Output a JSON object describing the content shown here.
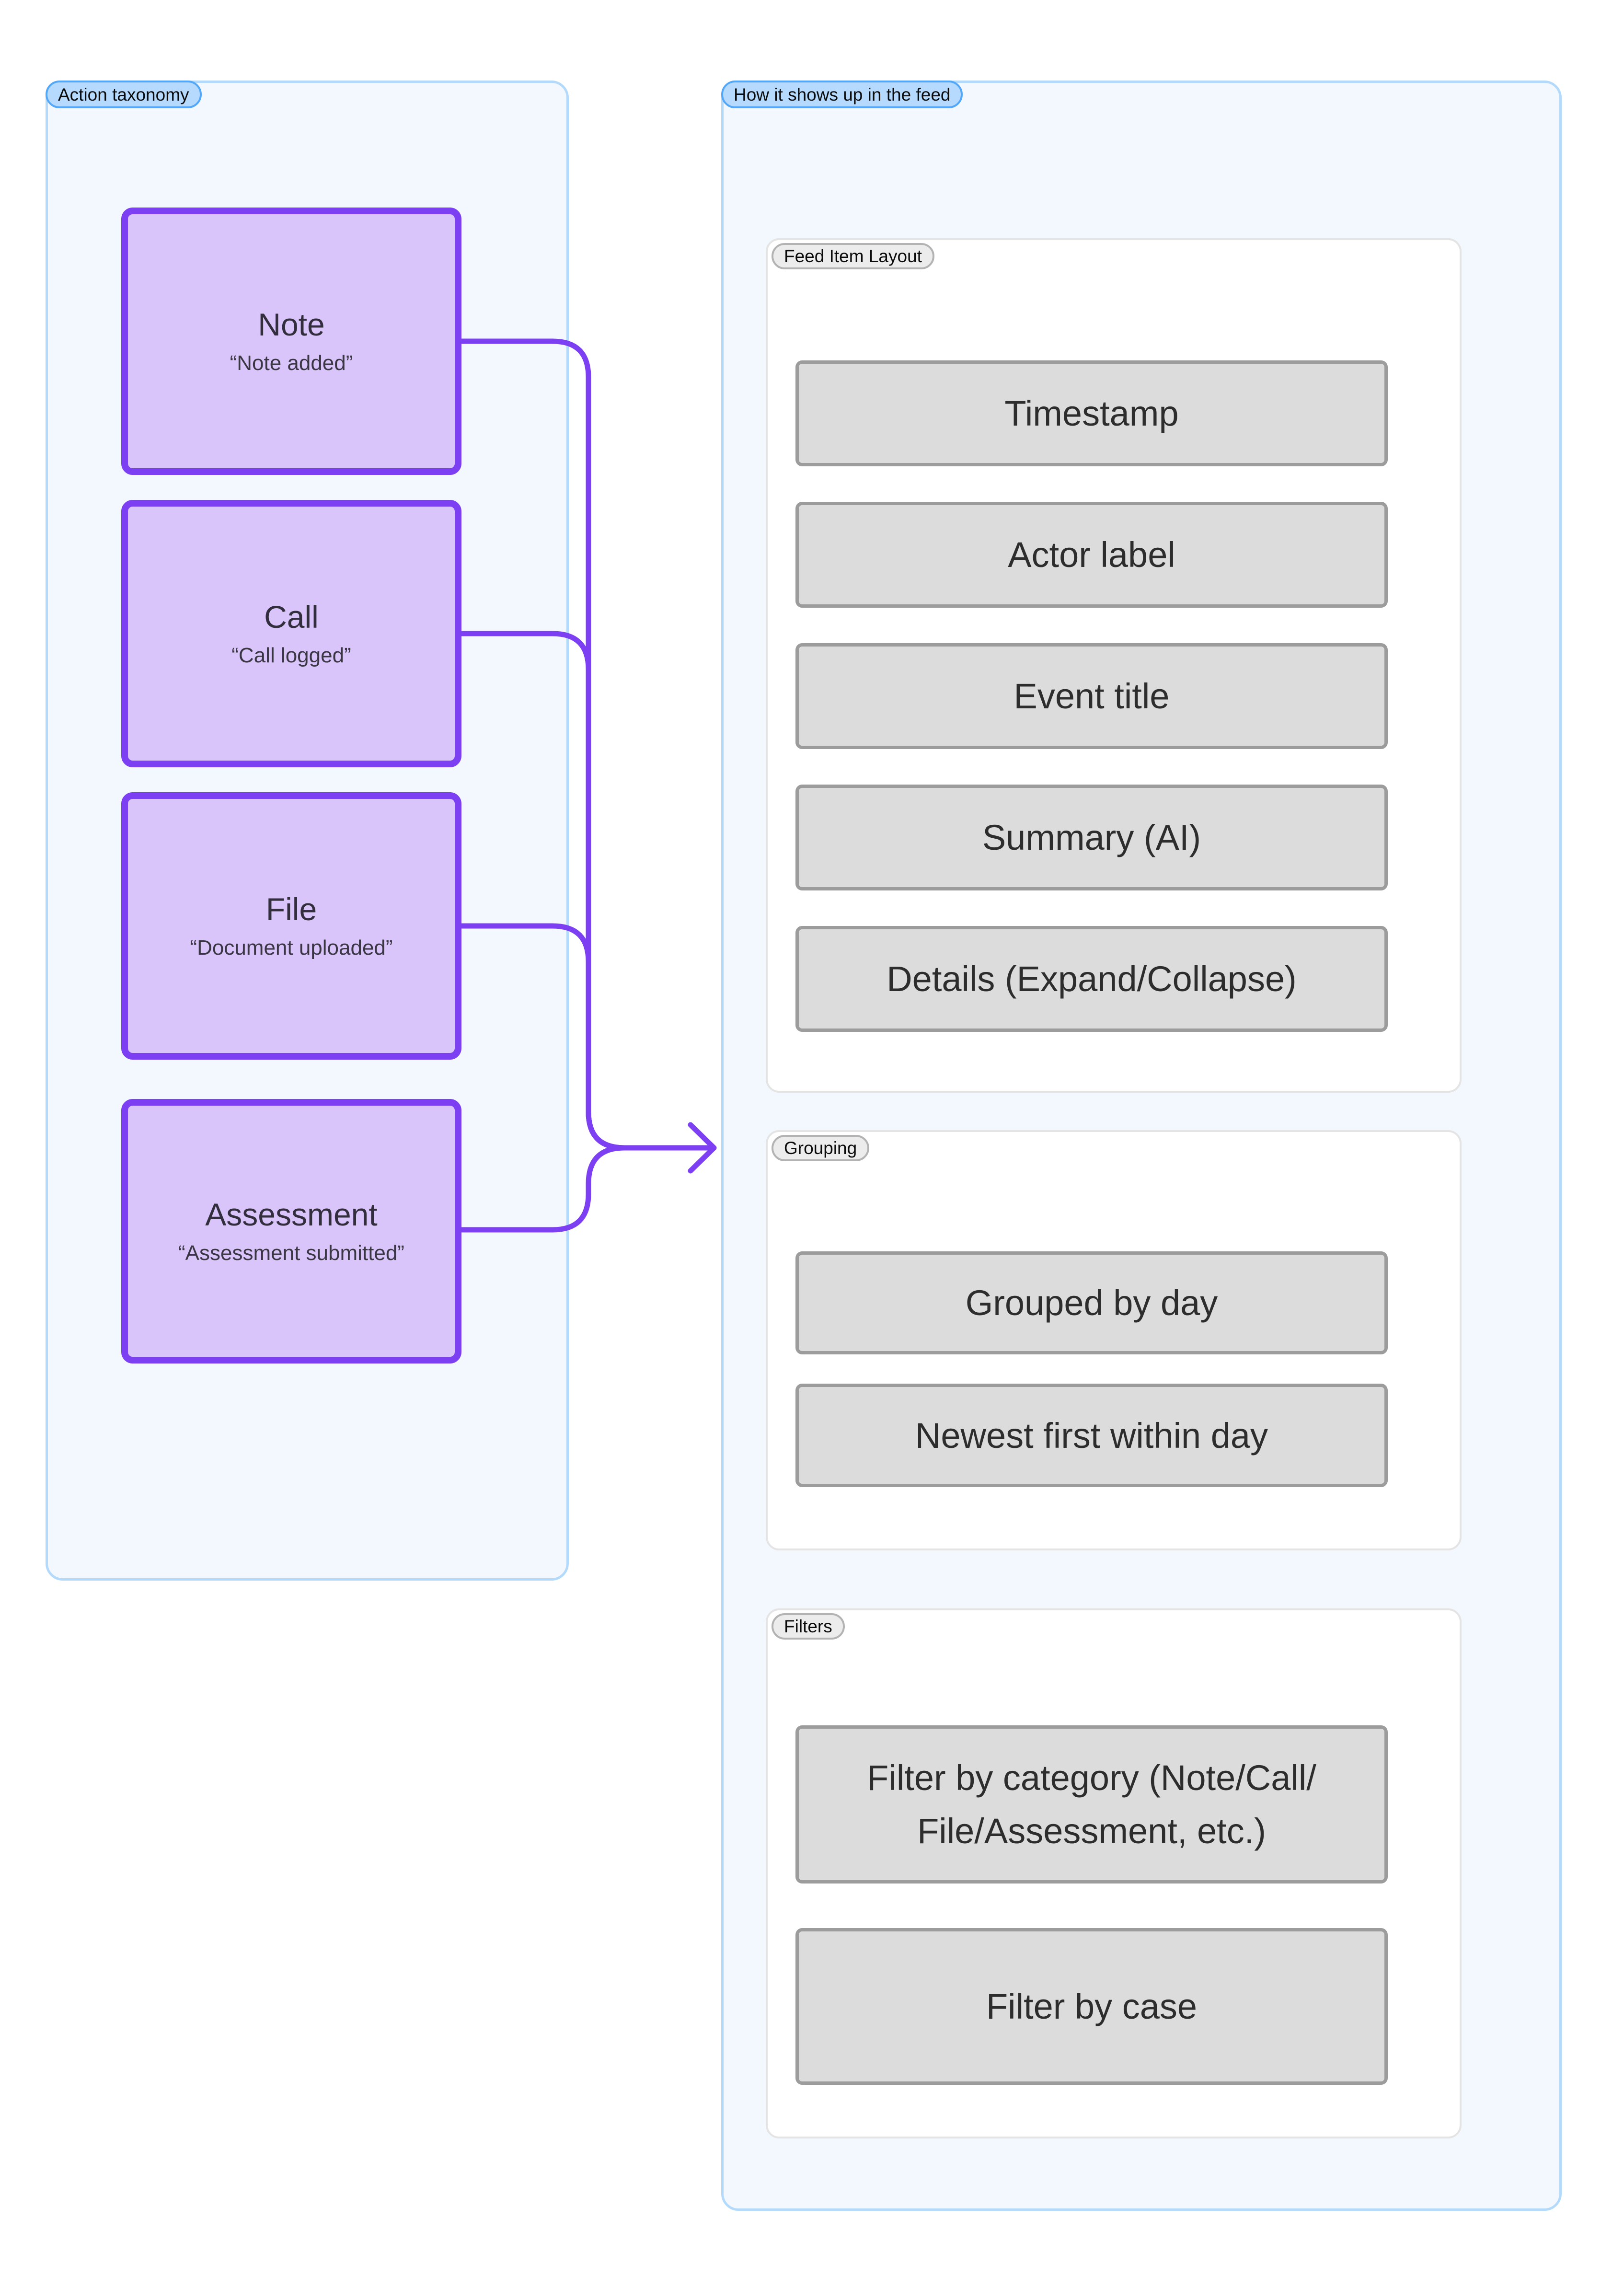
{
  "left_panel": {
    "label": "Action taxonomy",
    "nodes": [
      {
        "title": "Note",
        "subtitle": "“Note added”"
      },
      {
        "title": "Call",
        "subtitle": "“Call logged”"
      },
      {
        "title": "File",
        "subtitle": "“Document uploaded”"
      },
      {
        "title": "Assessment",
        "subtitle": "“Assessment submitted”"
      }
    ]
  },
  "right_panel": {
    "label": "How it shows up in the feed",
    "sections": [
      {
        "label": "Feed Item Layout",
        "items": [
          "Timestamp",
          "Actor label",
          "Event title",
          "Summary (AI)",
          "Details (Expand/Collapse)"
        ]
      },
      {
        "label": "Grouping",
        "items": [
          "Grouped by day",
          "Newest first within day"
        ]
      },
      {
        "label": "Filters",
        "items": [
          "Filter by category (Note/Call/​File/Assessment, etc.)",
          "Filter by case"
        ]
      }
    ]
  },
  "colors": {
    "accent_purple": "#7c3ff2",
    "node_fill": "#d9c5f9",
    "panel_fill": "#f2f8fe",
    "panel_border": "#b3d9fb",
    "blue_pill_fill": "#b5dafe",
    "blue_pill_border": "#53a7f8",
    "card_border": "#e4e4e4",
    "gray_box_fill": "#dcdcdc",
    "gray_box_border": "#9c9c9c"
  }
}
